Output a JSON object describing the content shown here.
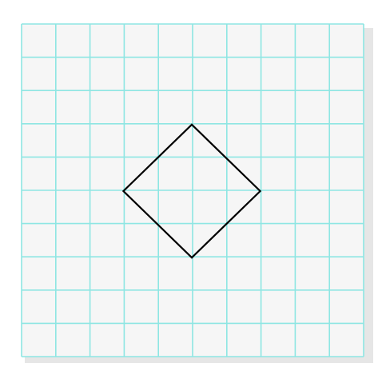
{
  "grid": {
    "columns": 10,
    "rows": 10,
    "line_color": "#8ee6e3",
    "background_color": "#f6f6f6",
    "frame_shadow_color": "#e6e6e6"
  },
  "shape": {
    "type": "square-rotated-45",
    "stroke_color": "#000000",
    "vertices_in_grid_units": [
      [
        5,
        3
      ],
      [
        7,
        5
      ],
      [
        5,
        7
      ],
      [
        3,
        5
      ]
    ]
  }
}
